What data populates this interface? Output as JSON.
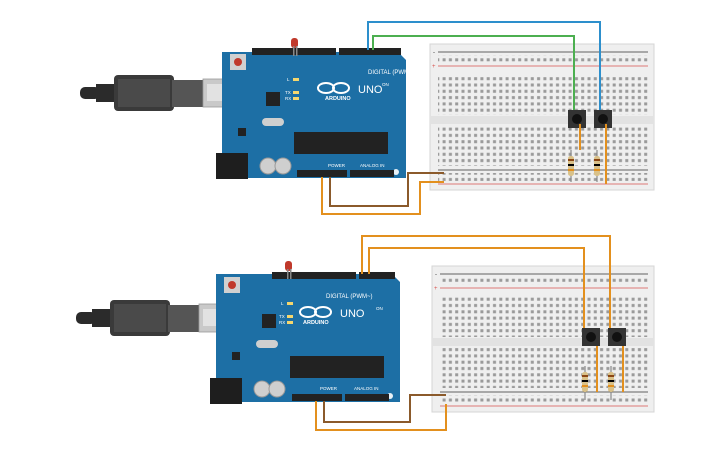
{
  "circuits": [
    {
      "board": {
        "brand": "ARDUINO",
        "model": "UNO",
        "digital_label": "DIGITAL (PWM~)",
        "power_label": "POWER",
        "analog_label": "ANALOG IN",
        "led_labels": [
          "L",
          "TX",
          "RX"
        ],
        "on_label": "ON"
      },
      "breadboard": {
        "plus_label": "+",
        "minus_label": "-"
      },
      "buttons": 2,
      "resistors": 2
    },
    {
      "board": {
        "brand": "ARDUINO",
        "model": "UNO",
        "digital_label": "DIGITAL (PWM~)",
        "power_label": "POWER",
        "analog_label": "ANALOG IN",
        "led_labels": [
          "L",
          "TX",
          "RX"
        ],
        "on_label": "ON"
      },
      "breadboard": {
        "plus_label": "+",
        "minus_label": "-"
      },
      "buttons": 2,
      "resistors": 2
    }
  ],
  "colors": {
    "board": "#1d6fa5",
    "board_dark": "#155a88",
    "breadboard": "#efefef",
    "wire_blue": "#2d8fcc",
    "wire_green": "#4caf50",
    "wire_orange": "#e3901e",
    "wire_brown": "#8b5a2b",
    "rail_red": "#d9534f",
    "rail_black": "#333333",
    "usb_cable": "#2b2b2b"
  }
}
